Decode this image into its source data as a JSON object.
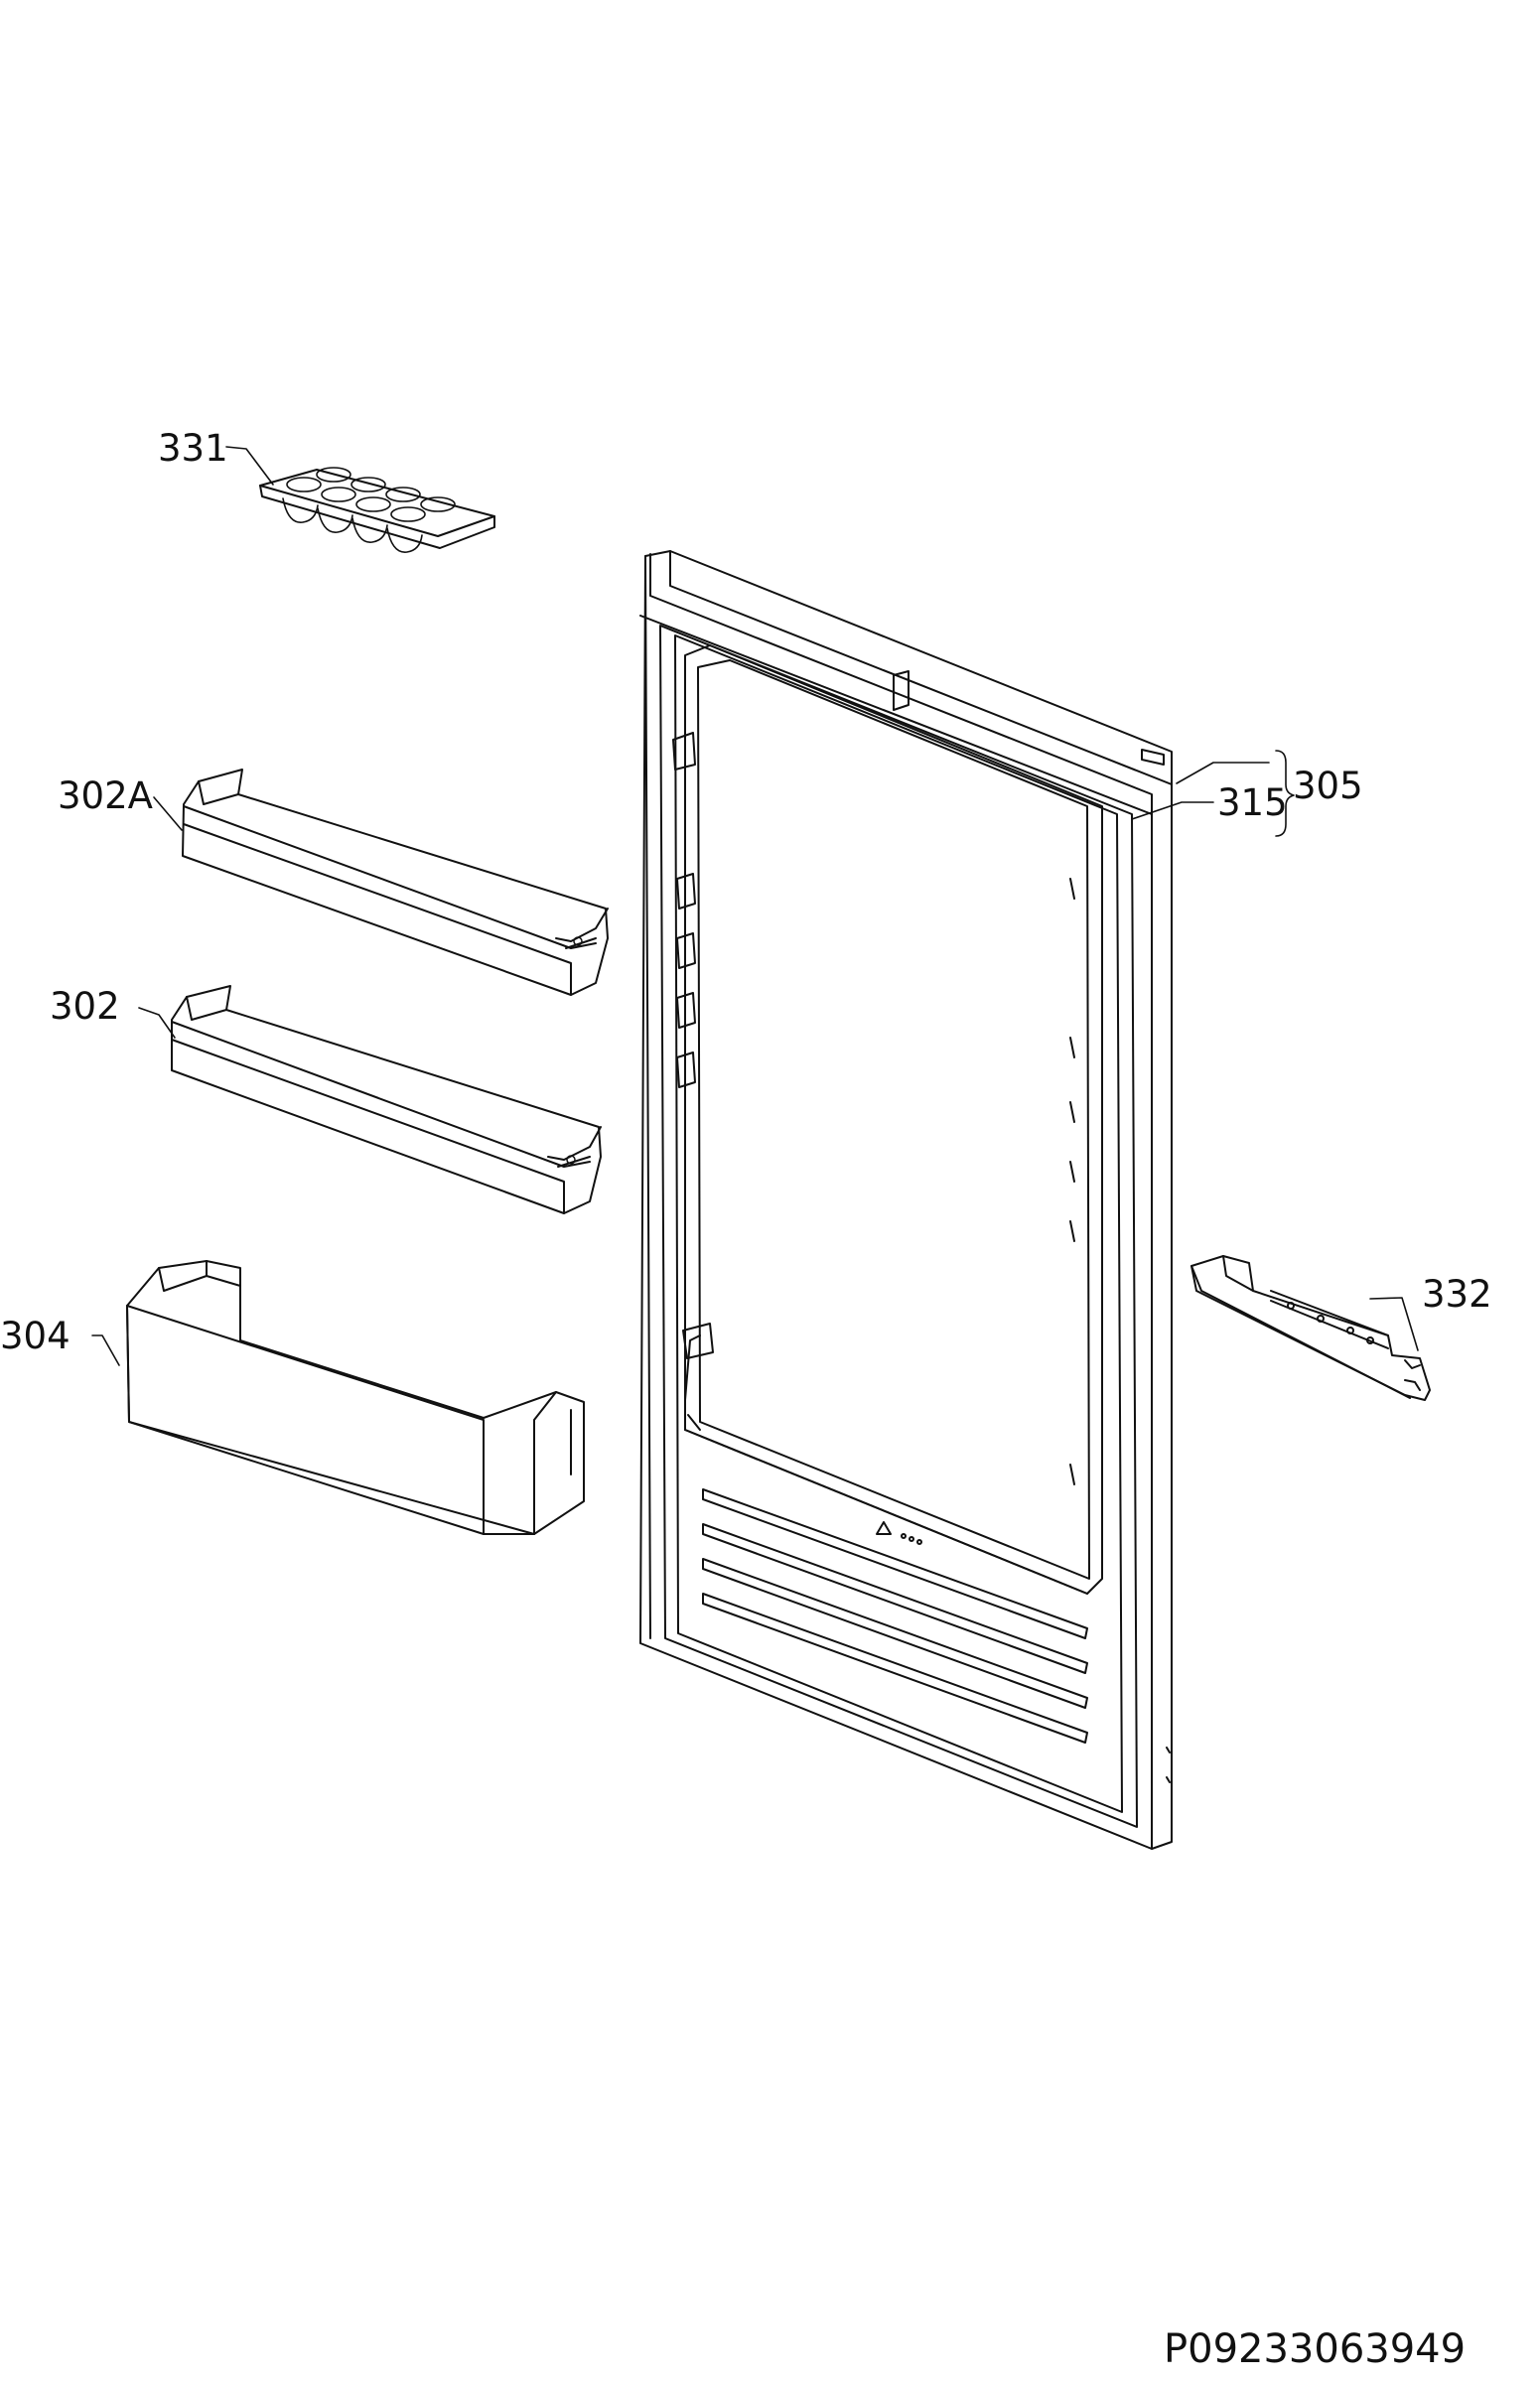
{
  "labels": {
    "egg_tray": "331",
    "upper_shelf": "302A",
    "middle_shelf": "302",
    "bottle_shelf": "304",
    "door_assembly": "305",
    "door_gasket": "315",
    "hinge": "332"
  },
  "drawing_code": "P09233063949"
}
